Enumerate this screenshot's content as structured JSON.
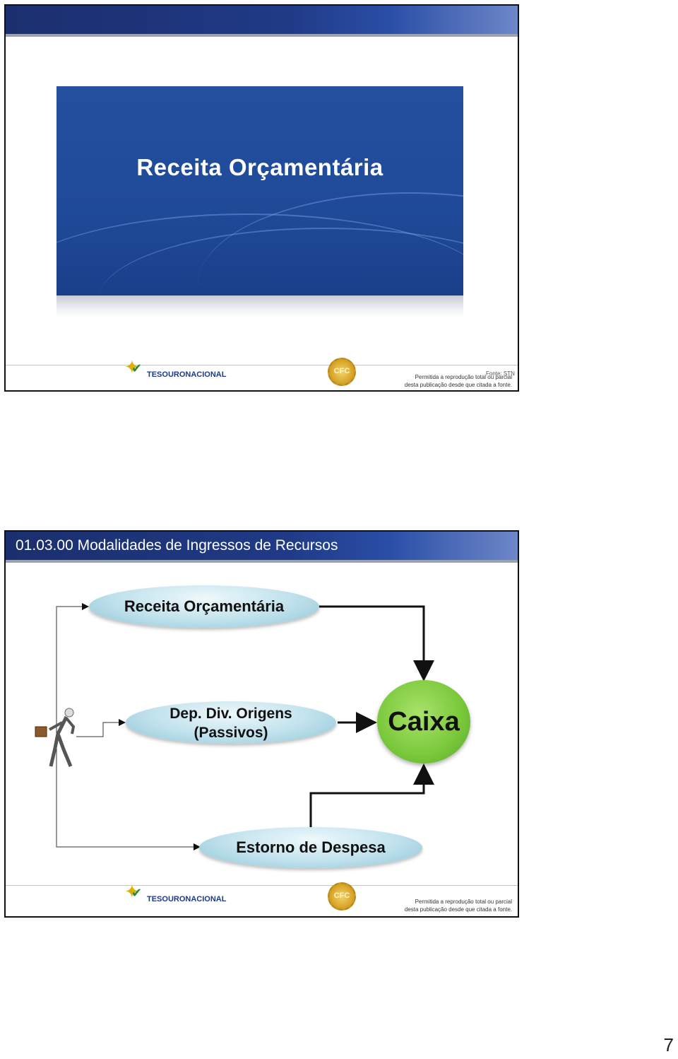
{
  "slide1": {
    "title": "Receita Orçamentária",
    "footer": {
      "logo_text": "TESOURONACIONAL",
      "seal_text": "CFC",
      "fonte": "Fonte: STN",
      "permit_line1": "Permitida a reprodução total ou parcial",
      "permit_line2": "desta publicação desde que citada a fonte."
    }
  },
  "slide2": {
    "heading": "01.03.00 Modalidades de Ingressos de Recursos",
    "nodes": {
      "receita": "Receita Orçamentária",
      "dep_line1": "Dep. Div. Origens",
      "dep_line2": "(Passivos)",
      "caixa": "Caixa",
      "estorno": "Estorno de Despesa"
    },
    "footer": {
      "logo_text": "TESOURONACIONAL",
      "seal_text": "CFC",
      "permit_line1": "Permitida a reprodução total ou parcial",
      "permit_line2": "desta publicação desde que citada a fonte."
    }
  },
  "page_number": "7",
  "colors": {
    "header_blue": "#203a86",
    "title_blue": "#2450a0",
    "caixa_green": "#79c83a",
    "pill_blue": "#bfe1ec"
  }
}
